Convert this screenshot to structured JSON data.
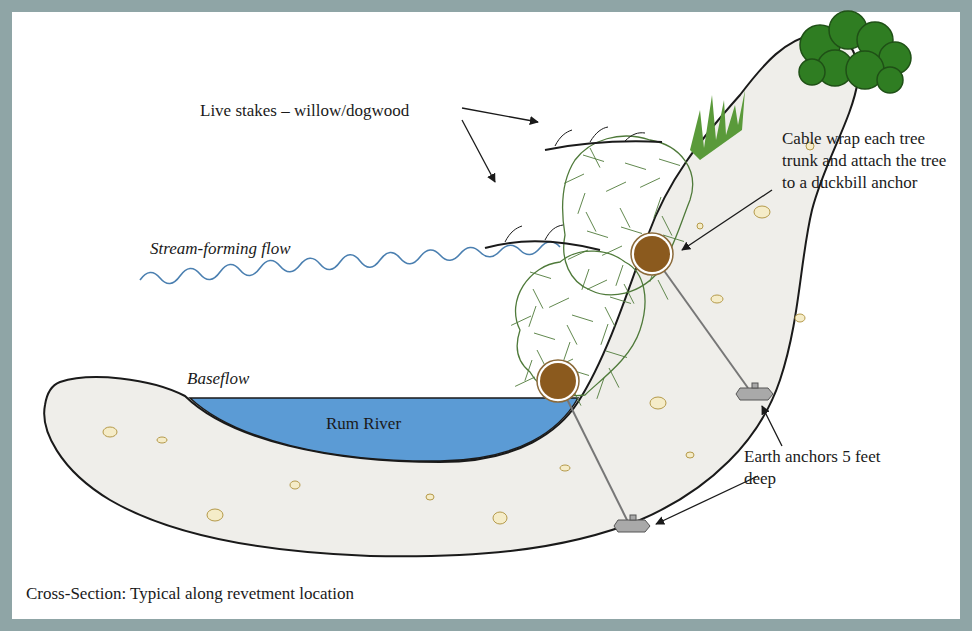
{
  "diagram": {
    "caption": "Cross-Section: Typical along revetment location",
    "labels": [
      "Live stakes – willow/dogwood",
      "Stream-forming flow",
      "Cable wrap each tree trunk and attach the tree to a duckbill anchor",
      "Baseflow",
      "Rum River",
      "Earth anchors 5 feet deep"
    ]
  }
}
